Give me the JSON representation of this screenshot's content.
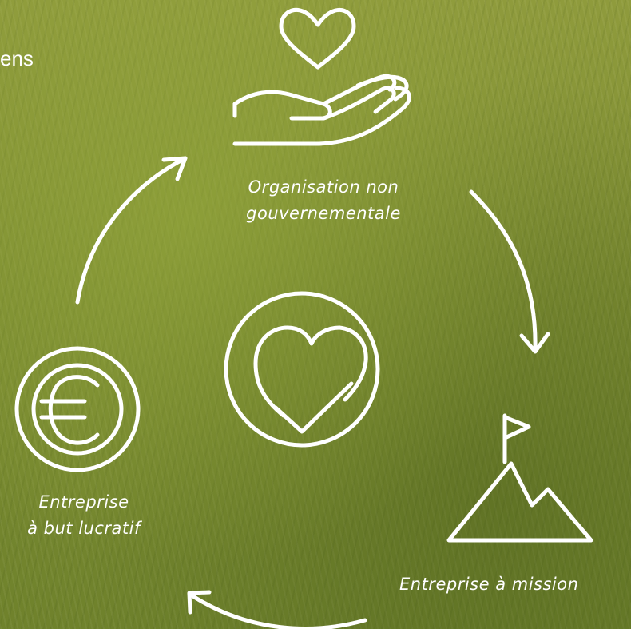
{
  "corner_text": "ens",
  "nodes": {
    "ngo": {
      "line1": "Organisation non",
      "line2": "gouvernementale",
      "icon": "hand-heart-icon"
    },
    "mission": {
      "label": "Entreprise à mission",
      "icon": "mountain-flag-icon"
    },
    "profit": {
      "line1": "Entreprise",
      "line2": "à but lucratif",
      "icon": "euro-coin-icon"
    }
  },
  "center_icon": "heart-check-icon",
  "colors": {
    "stroke": "#ffffff",
    "background": "#7f8f33"
  }
}
